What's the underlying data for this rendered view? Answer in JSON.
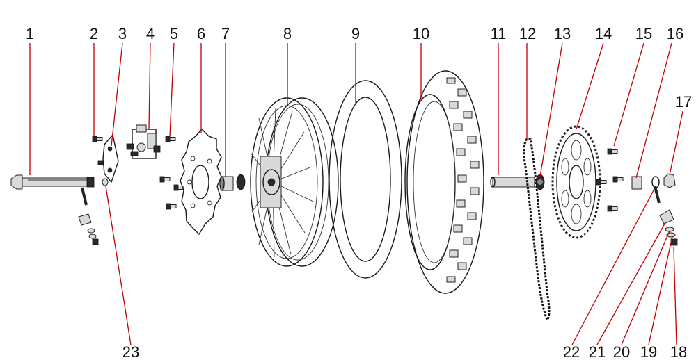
{
  "diagram": {
    "leader_color": "#c00000",
    "labels": [
      "1",
      "2",
      "3",
      "4",
      "5",
      "6",
      "7",
      "8",
      "9",
      "10",
      "11",
      "12",
      "13",
      "14",
      "15",
      "16",
      "17",
      "18",
      "19",
      "20",
      "21",
      "22",
      "23"
    ],
    "parts": [
      {
        "id": "1",
        "icon": "axle-bolt-icon"
      },
      {
        "id": "2",
        "icon": "bolt-icon"
      },
      {
        "id": "3",
        "icon": "caliper-bracket-icon"
      },
      {
        "id": "4",
        "icon": "brake-caliper-icon"
      },
      {
        "id": "5",
        "icon": "bolt-icon"
      },
      {
        "id": "6",
        "icon": "brake-disc-icon"
      },
      {
        "id": "7",
        "icon": "spacer-icon"
      },
      {
        "id": "8",
        "icon": "spoked-rim-icon"
      },
      {
        "id": "9",
        "icon": "inner-tube-icon"
      },
      {
        "id": "10",
        "icon": "knobby-tire-icon"
      },
      {
        "id": "11",
        "icon": "axle-icon"
      },
      {
        "id": "12",
        "icon": "chain-icon"
      },
      {
        "id": "13",
        "icon": "bearing-icon"
      },
      {
        "id": "14",
        "icon": "sprocket-icon"
      },
      {
        "id": "15",
        "icon": "bolt-icon"
      },
      {
        "id": "16",
        "icon": "spacer-icon"
      },
      {
        "id": "17",
        "icon": "axle-nut-icon"
      },
      {
        "id": "18",
        "icon": "nut-icon"
      },
      {
        "id": "19",
        "icon": "washer-icon"
      },
      {
        "id": "20",
        "icon": "washer-icon"
      },
      {
        "id": "21",
        "icon": "chain-adjuster-plate-icon"
      },
      {
        "id": "22",
        "icon": "adjuster-bolt-icon"
      },
      {
        "id": "23",
        "icon": "washer-icon"
      }
    ]
  }
}
